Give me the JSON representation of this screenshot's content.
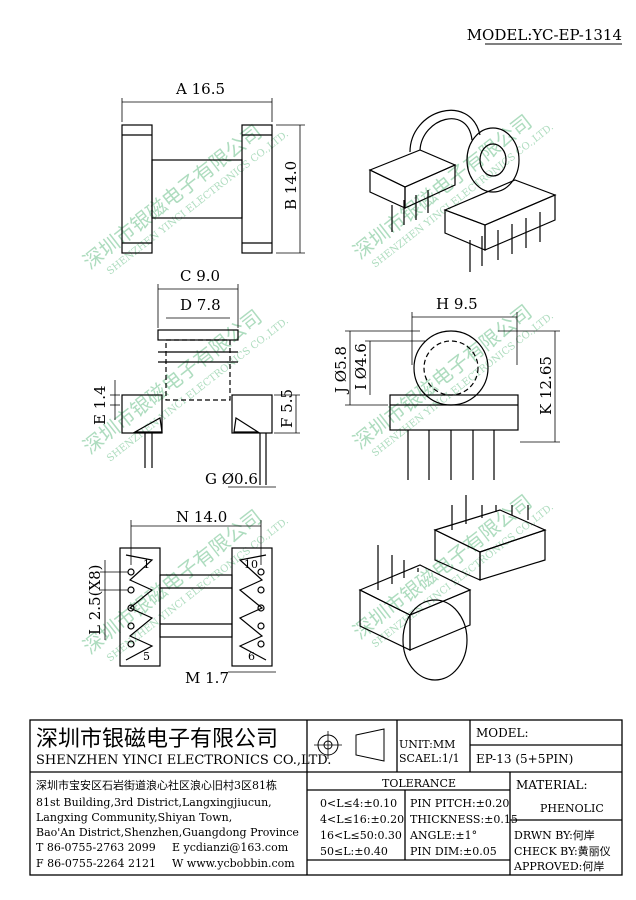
{
  "header": {
    "model": "MODEL:YC-EP-1314"
  },
  "dims": {
    "A": "A 16.5",
    "B": "B 14.0",
    "C": "C 9.0",
    "D": "D 7.8",
    "E": "E 1.4",
    "F": "F 5.5",
    "G": "G Ø0.6",
    "H": "H 9.5",
    "J": "J Ø5.8",
    "I": "I Ø4.6",
    "K": "K 12.65",
    "N": "N 14.0",
    "L": "L 2.5(X8)",
    "M": "M 1.7"
  },
  "pins": {
    "p1": "1",
    "p5": "5",
    "p10": "10",
    "p6": "6"
  },
  "watermark": {
    "cn": "深圳市银磁电子有限公司",
    "en": "SHENZHEN YINCI ELECTRONICS CO.,LTD."
  },
  "titleblock": {
    "company_cn": "深圳市银磁电子有限公司",
    "company_en": "SHENZHEN YINCI ELECTRONICS CO.,LTD.",
    "unit": "UNIT:MM",
    "scale": "SCAEL:1/1",
    "model_label": "MODEL:",
    "model_value": "EP-13 (5+5PIN)",
    "address_lines": [
      "深圳市宝安区石岩街道浪心社区浪心旧村3区81栋",
      "81st Building,3rd District,Langxingjiucun,",
      "Langxing Community,Shiyan Town,",
      "Bao'An District,Shenzhen,Guangdong Province"
    ],
    "tel": "T 86-0755-2763 2099",
    "fax": "F 86-0755-2264 2121",
    "email": "E ycdianzi@163.com",
    "web": "W www.ycbobbin.com",
    "tolerance_title": "TOLERANCE",
    "tolerances": [
      "0<L≤4:±0.10",
      "4<L≤16:±0.20",
      "16<L≤50:0.30",
      "50≤L:±0.40"
    ],
    "pin_tol": [
      "PIN PITCH:±0.20",
      "THICKNESS:±0.15",
      "ANGLE:±1°",
      "PIN DIM:±0.05"
    ],
    "material_label": "MATERIAL:",
    "material_value": "PHENOLIC",
    "drawn": "DRWN BY:何岸",
    "check": "CHECK BY:黄丽仪",
    "approved": "APPROVED:何岸"
  }
}
